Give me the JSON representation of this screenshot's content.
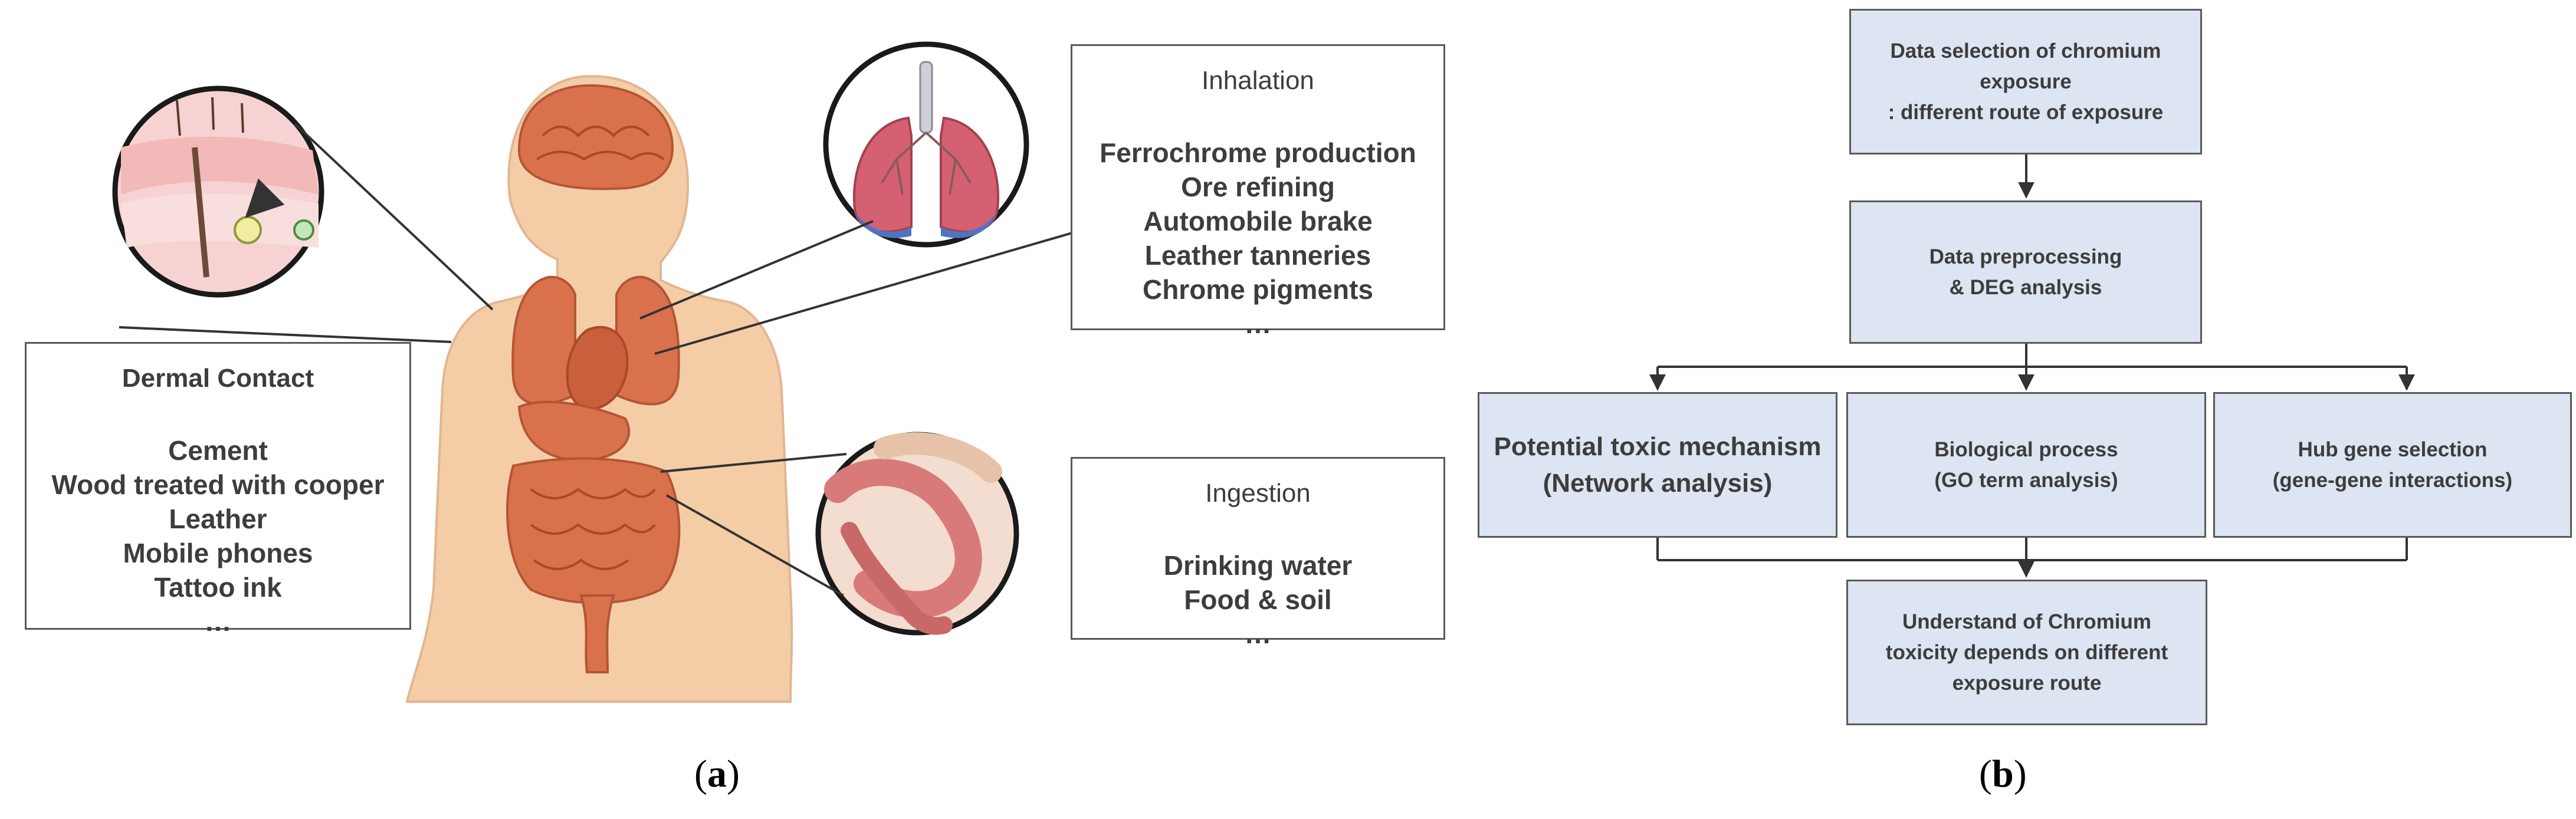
{
  "panel_a": {
    "caption_letter": "a",
    "inhalation": {
      "title": "Inhalation",
      "items": [
        "Ferrochrome production",
        "Ore refining",
        "Automobile brake",
        "Leather tanneries",
        "Chrome pigments",
        "…"
      ]
    },
    "dermal": {
      "title": "Dermal Contact",
      "items": [
        "Cement",
        "Wood treated with cooper",
        "Leather",
        "Mobile phones",
        "Tattoo ink",
        "…"
      ]
    },
    "ingestion": {
      "title": "Ingestion",
      "items": [
        "Drinking water",
        "Food & soil",
        "…"
      ]
    }
  },
  "panel_b": {
    "caption_letter": "b",
    "step1": [
      "Data selection of chromium",
      "exposure",
      ": different route of exposure"
    ],
    "step2": [
      "Data preprocessing",
      "& DEG analysis"
    ],
    "branch_left": [
      "Potential toxic mechanism",
      "(Network analysis)"
    ],
    "branch_mid": [
      "Biological process",
      "(GO term analysis)"
    ],
    "branch_right": [
      "Hub gene selection",
      "(gene-gene interactions)"
    ],
    "result": [
      "Understand of Chromium",
      "toxicity depends on different",
      "exposure route"
    ]
  },
  "colors": {
    "flow_box_fill": "#dde4f2",
    "skin": "#f4cda7",
    "organ": "#d9714c"
  }
}
